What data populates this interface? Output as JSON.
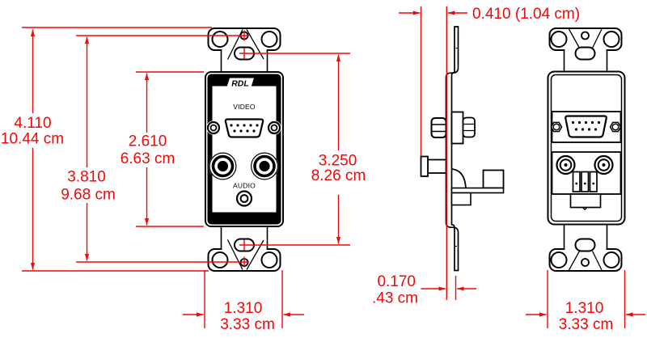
{
  "drawing": {
    "brand_label": "RDL",
    "front_panel": {
      "video_label": "VIDEO",
      "audio_label": "AUDIO"
    },
    "dimensions": {
      "overall_height_in": "4.110",
      "overall_height_cm": "10.44 cm",
      "mounting_holes_in": "3.810",
      "mounting_holes_cm": "9.68 cm",
      "panel_opening_in": "2.610",
      "panel_opening_cm": "6.63 cm",
      "slot_span_in": "3.250",
      "slot_span_cm": "8.26 cm",
      "front_depth": "0.410 (1.04 cm)",
      "plate_offset_in": "0.170",
      "plate_offset_cm": ".43 cm",
      "front_width_in": "1.310",
      "front_width_cm": "3.33 cm",
      "rear_width_in": "1.310",
      "rear_width_cm": "3.33 cm"
    },
    "colors": {
      "dimension_lines": "#f40606",
      "artwork": "#000000",
      "background": "#ffffff"
    }
  }
}
